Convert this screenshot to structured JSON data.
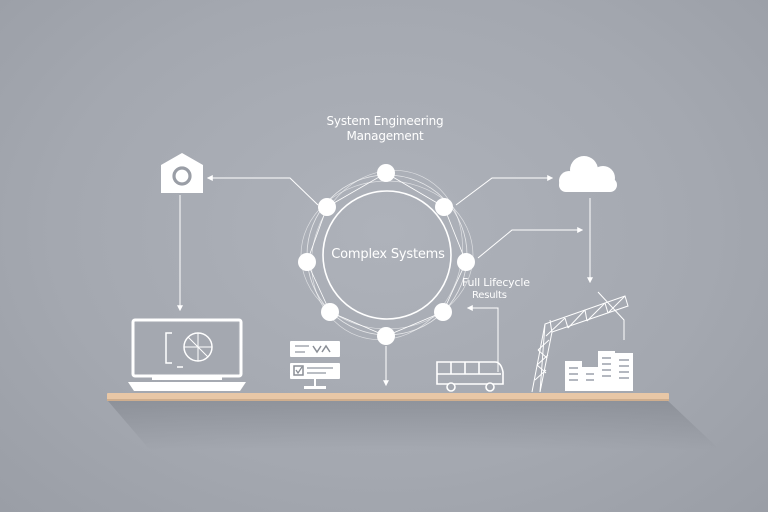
{
  "diagram": {
    "title_line_1": "System Engineering",
    "title_line_2": "Management",
    "center_label": "Complex Systems",
    "lifecycle_line_1": "Full Lifecycle",
    "lifecycle_line_2": "Results",
    "colors": {
      "background": "#a4a8b0",
      "foreground": "#ffffff",
      "shelf": "#e8c7a6"
    },
    "icons": [
      "home-icon",
      "cloud-icon",
      "monitor-icon",
      "checklist-icon",
      "bus-icon",
      "bridge-icon",
      "buildings-icon"
    ]
  }
}
